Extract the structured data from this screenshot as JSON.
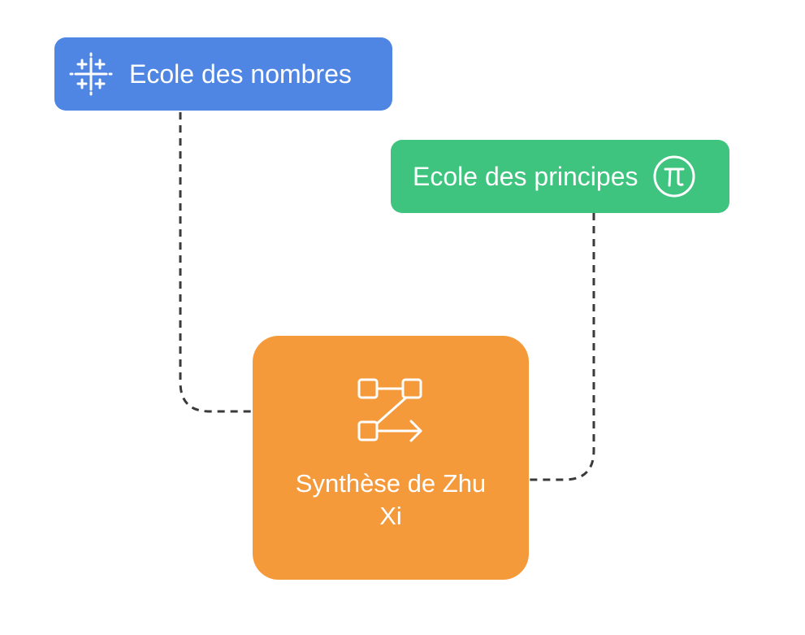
{
  "nodes": {
    "nombres": {
      "label": "Ecole des nombres",
      "icon": "tableau-cross-icon",
      "color": "#4f86e3"
    },
    "principes": {
      "label": "Ecole des principes",
      "icon": "pi-circle-icon",
      "color": "#3ec47e"
    },
    "synthese": {
      "label": "Synthèse de Zhu Xi",
      "icon": "flow-diagram-icon",
      "color": "#f59a3b"
    }
  },
  "edges": [
    {
      "from": "nombres",
      "to": "synthese",
      "style": "dashed"
    },
    {
      "from": "principes",
      "to": "synthese",
      "style": "dashed"
    }
  ]
}
